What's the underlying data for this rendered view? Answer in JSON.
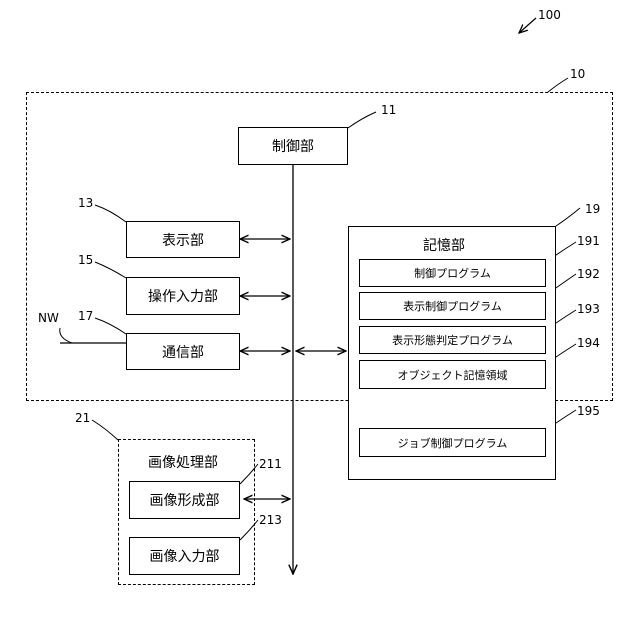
{
  "figure_number": "100",
  "device": {
    "ref": "10"
  },
  "control_unit": {
    "label": "制御部",
    "ref": "11"
  },
  "display_unit": {
    "label": "表示部",
    "ref": "13"
  },
  "operation_input_unit": {
    "label": "操作入力部",
    "ref": "15"
  },
  "communication_unit": {
    "label": "通信部",
    "ref": "17"
  },
  "network_label": "NW",
  "storage_unit": {
    "label": "記憶部",
    "ref": "19",
    "programs": [
      {
        "label": "制御プログラム",
        "ref": "191"
      },
      {
        "label": "表示制御プログラム",
        "ref": "192"
      },
      {
        "label": "表示形態判定プログラム",
        "ref": "193"
      },
      {
        "label": "オブジェクト記憶領域",
        "ref": "194"
      },
      {
        "label": "ジョブ制御プログラム",
        "ref": "195"
      }
    ]
  },
  "image_processing_unit": {
    "label": "画像処理部",
    "ref": "21",
    "forming": {
      "label": "画像形成部",
      "ref": "211"
    },
    "input": {
      "label": "画像入力部",
      "ref": "213"
    }
  }
}
